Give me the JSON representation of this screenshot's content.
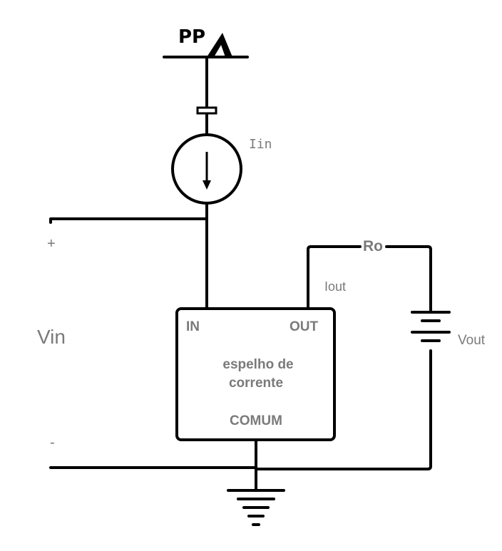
{
  "supply": {
    "label": "PP"
  },
  "source": {
    "label": "Iin"
  },
  "input": {
    "plus": "+",
    "minus": "-",
    "label": "Vin"
  },
  "mirror": {
    "in_label": "IN",
    "out_label": "OUT",
    "title_line1": "espelho de",
    "title_line2": "corrente",
    "common_label": "COMUM"
  },
  "output": {
    "current_label": "Iout",
    "resistor_label": "Ro",
    "battery_label": "Vout"
  },
  "colors": {
    "wire": "#000000",
    "label_text": "#7a7a7a"
  }
}
